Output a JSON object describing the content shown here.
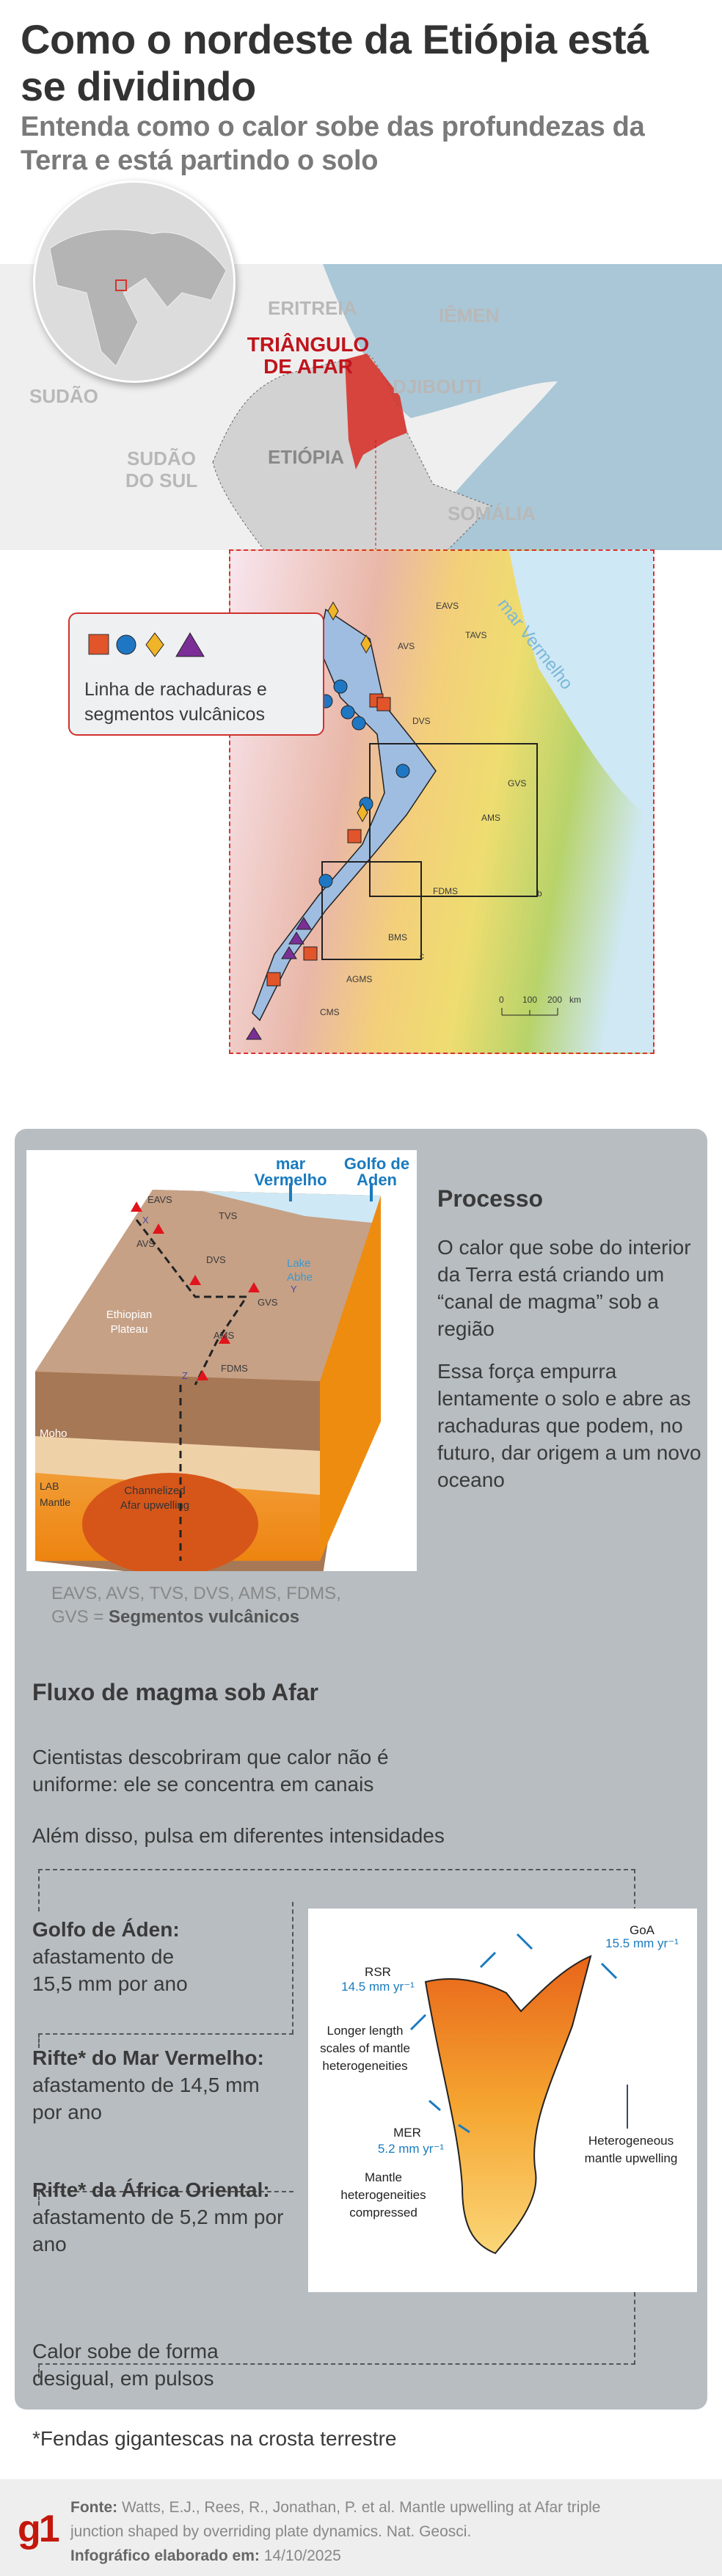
{
  "header": {
    "title": "Como o nordeste da Etiópia está se dividindo",
    "subtitle": "Entenda como o calor sobe das profundezas da Terra e está partindo o solo"
  },
  "locator_map": {
    "countries": [
      "ERITREIA",
      "IÊMEN",
      "SUDÃO",
      "DJIBOUTI",
      "SUDÃO DO SUL",
      "ETIÓPIA",
      "SOMÁLIA"
    ],
    "highlight": "TRIÂNGULO DE AFAR",
    "highlight_color": "#d6342c"
  },
  "detail_map": {
    "sea_label": "mar Vermelho",
    "segments": [
      "EAVS",
      "TAVS",
      "AVS",
      "DVS",
      "GVS",
      "AMS",
      "FDMS",
      "BMS",
      "AGMS",
      "CMS"
    ],
    "inset_labels": [
      "b",
      "c"
    ],
    "scale": {
      "ticks": [
        "0",
        "100",
        "200"
      ],
      "unit": "km"
    },
    "legend": {
      "symbols": [
        {
          "shape": "square",
          "color": "#e2542a"
        },
        {
          "shape": "circle",
          "color": "#1f77c4"
        },
        {
          "shape": "diamond",
          "color": "#f0b429"
        },
        {
          "shape": "triangle",
          "color": "#7b2f96"
        }
      ],
      "text": "Linha de rachaduras e segmentos vulcânicos"
    }
  },
  "process": {
    "diagram_labels": {
      "sea": "mar Vermelho",
      "gulf": "Golfo de Aden",
      "lake": "Lake Abhe",
      "plateau": "Ethiopian Plateau",
      "moho": "Moho",
      "lab": "LAB",
      "mantle": "Mantle",
      "upwelling": "Channelized Afar upwelling",
      "segments": [
        "EAVS",
        "TVS",
        "AVS",
        "DVS",
        "GVS",
        "AMS",
        "FDMS"
      ],
      "points": [
        "X",
        "Y",
        "Z"
      ]
    },
    "heading": "Processo",
    "paragraph1": "O calor que sobe do interior da Terra está criando um “canal de magma” sob a região",
    "paragraph2": "Essa força empurra lentamente o solo e abre as rachaduras que podem, no futuro, dar origem a um novo oceano",
    "legend_prefix": "EAVS, AVS, TVS, DVS, AMS, FDMS, GVS = ",
    "legend_bold": "Segmentos vulcânicos"
  },
  "flow": {
    "heading": "Fluxo de magma sob Afar",
    "intro1": "Cientistas descobriram que calor não é uniforme: ele se concentra em canais",
    "intro2": "Além disso, pulsa em diferentes intensidades",
    "items": [
      {
        "title": "Golfo de Áden:",
        "text": "afastamento de 15,5 mm por ano"
      },
      {
        "title": "Rifte* do Mar Vermelho:",
        "text": "afastamento de 14,5 mm por ano"
      },
      {
        "title": "Rifte* da África Oriental:",
        "text": "afastamento de 5,2 mm por ano"
      }
    ],
    "conclusion": "Calor sobe de forma desigual, em pulsos",
    "figure": {
      "goa": "GoA",
      "goa_rate": "15.5 mm yr⁻¹",
      "rsr": "RSR",
      "rsr_rate": "14.5 mm yr⁻¹",
      "mer": "MER",
      "mer_rate": "5.2 mm yr⁻¹",
      "longer": "Longer length scales of mantle heterogeneities",
      "compressed": "Mantle heterogeneities compressed",
      "hetero": "Heterogeneous mantle upwelling"
    }
  },
  "footnote": "*Fendas gigantescas na crosta terrestre",
  "footer": {
    "logo": "g1",
    "source_label": "Fonte:",
    "source": "Watts, E.J., Rees, R., Jonathan, P. et al. Mantle upwelling at Afar triple junction shaped by overriding plate dynamics. Nat. Geosci.",
    "date_label": "Infográfico elaborado em:",
    "date": "14/10/2025"
  }
}
